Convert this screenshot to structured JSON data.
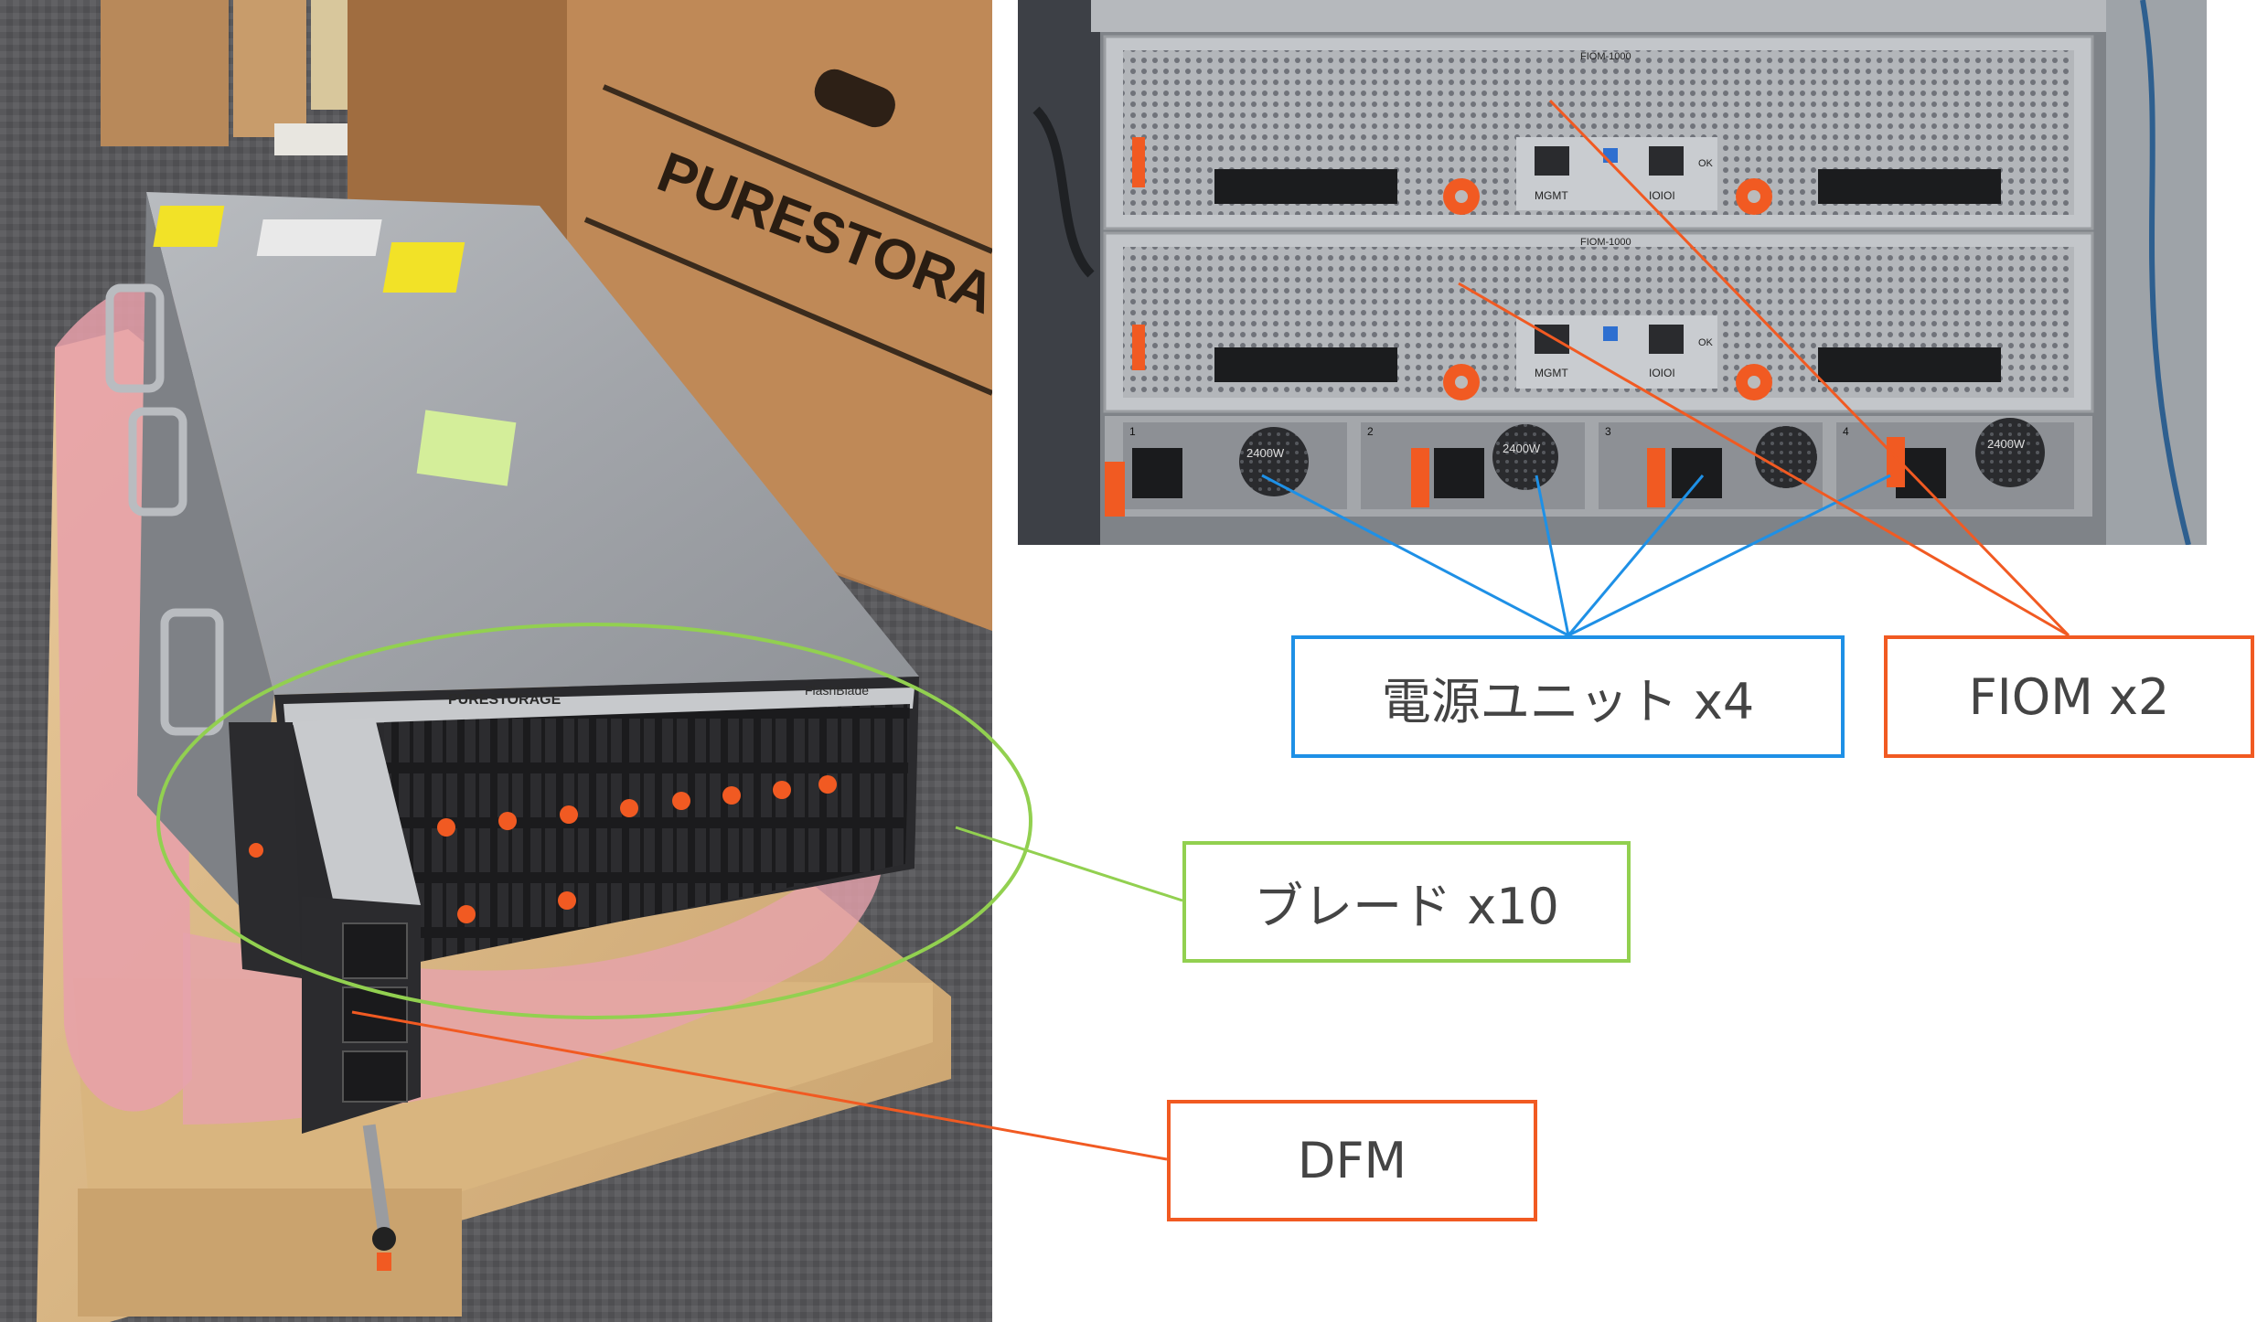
{
  "colors": {
    "blue": "#1e90e6",
    "orange": "#f15a22",
    "green": "#92d050",
    "text": "#444444",
    "pure_orange": "#f25c23"
  },
  "photo_left": {
    "box_brand": "PURESTORAGE",
    "chassis_brand": "PURESTORAGE",
    "chassis_model": "FlashBlade"
  },
  "photo_right": {
    "fiom_top_label": "FIOM-1000",
    "fiom_bottom_label": "FIOM-1000",
    "mgmt_label": "MGMT",
    "port_label": "IOIOI",
    "ok_label": "OK",
    "psu_rating": "2400W",
    "psu_slots": [
      "1",
      "2",
      "3",
      "4"
    ]
  },
  "callouts": {
    "psu": "電源ユニット x4",
    "fiom": "FIOM x2",
    "blade": "ブレード x10",
    "dfm": "DFM"
  }
}
